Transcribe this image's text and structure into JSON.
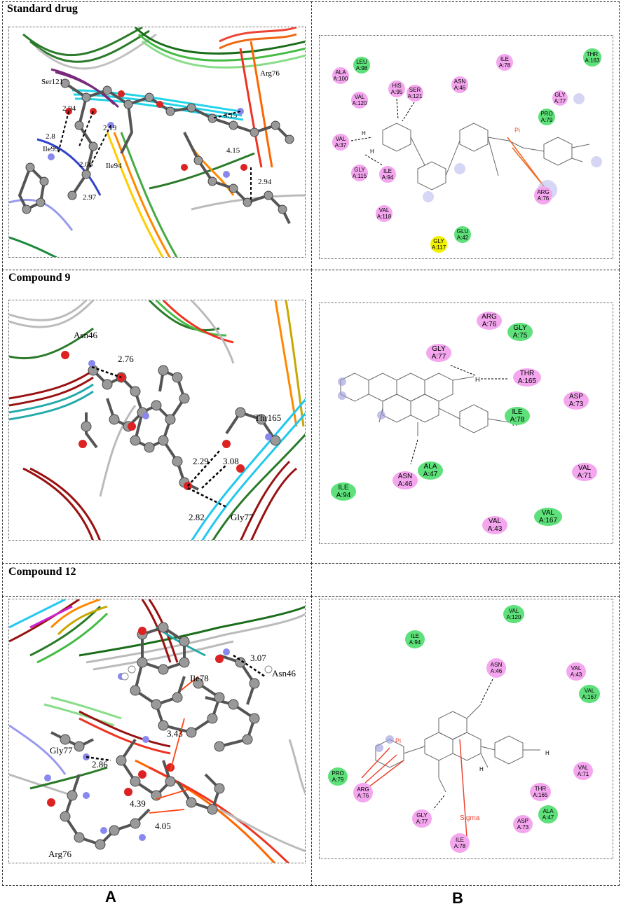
{
  "rows": [
    {
      "title": "Standard drug"
    },
    {
      "title": "Compound 9"
    },
    {
      "title": "Compound 12"
    }
  ],
  "columns": {
    "a": "A",
    "b": "B"
  },
  "std_3d_labels": [
    "Ser121",
    "Arg76",
    "2.94",
    "2.8",
    "2.19",
    "2.06",
    "2.97",
    "Ile99",
    "Ile94",
    "3.15",
    "4.15",
    "2.94"
  ],
  "std_2d_residues": [
    {
      "name": "ALA\nA:100",
      "color": "pink"
    },
    {
      "name": "LEU\nA:98",
      "color": "green"
    },
    {
      "name": "VAL\nA:120",
      "color": "pink"
    },
    {
      "name": "HIS\nA:95",
      "color": "pink"
    },
    {
      "name": "SER\nA:121",
      "color": "pink"
    },
    {
      "name": "ASN\nA:46",
      "color": "pink"
    },
    {
      "name": "ILE\nA:78",
      "color": "pink"
    },
    {
      "name": "THR\nA:163",
      "color": "green"
    },
    {
      "name": "GLY\nA:77",
      "color": "pink"
    },
    {
      "name": "PRO\nA:79",
      "color": "green"
    },
    {
      "name": "VAL\nA:37",
      "color": "pink"
    },
    {
      "name": "GLY\nA:115",
      "color": "pink"
    },
    {
      "name": "ILE\nA:94",
      "color": "pink"
    },
    {
      "name": "ARG\nA:76",
      "color": "pink"
    },
    {
      "name": "VAL\nA:118",
      "color": "pink"
    },
    {
      "name": "GLY\nA:117",
      "color": "yellow"
    },
    {
      "name": "GLU\nA:42",
      "color": "green"
    }
  ],
  "c9_3d_labels": [
    "Asn46",
    "2.76",
    "Thr165",
    "2.29",
    "3.08",
    "2.82",
    "Gly77"
  ],
  "c9_2d_residues": [
    {
      "name": "ARG\nA:76",
      "color": "pink"
    },
    {
      "name": "GLY\nA:75",
      "color": "green"
    },
    {
      "name": "GLY\nA:77",
      "color": "pink"
    },
    {
      "name": "THR\nA:165",
      "color": "pink"
    },
    {
      "name": "ASP\nA:73",
      "color": "pink"
    },
    {
      "name": "ILE\nA:78",
      "color": "green"
    },
    {
      "name": "ASN\nA:46",
      "color": "pink"
    },
    {
      "name": "ALA\nA:47",
      "color": "green"
    },
    {
      "name": "ILE\nA:94",
      "color": "green"
    },
    {
      "name": "VAL\nA:71",
      "color": "pink"
    },
    {
      "name": "VAL\nA:167",
      "color": "green"
    },
    {
      "name": "VAL\nA:43",
      "color": "pink"
    }
  ],
  "c12_3d_labels": [
    "3.07",
    "Asn46",
    "Ile78",
    "3.43",
    "Gly77",
    "2.86",
    "4.39",
    "4.05",
    "Arg76"
  ],
  "c12_2d_residues": [
    {
      "name": "VAL\nA:120",
      "color": "green"
    },
    {
      "name": "ILE\nA:94",
      "color": "green"
    },
    {
      "name": "ASN\nA:46",
      "color": "pink"
    },
    {
      "name": "VAL\nA:43",
      "color": "pink"
    },
    {
      "name": "VAL\nA:167",
      "color": "green"
    },
    {
      "name": "PRO\nA:79",
      "color": "green"
    },
    {
      "name": "ARG\nA:76",
      "color": "pink"
    },
    {
      "name": "VAL\nA:71",
      "color": "pink"
    },
    {
      "name": "THR\nA:165",
      "color": "pink"
    },
    {
      "name": "GLY\nA:77",
      "color": "pink"
    },
    {
      "name": "ALA\nA:47",
      "color": "green"
    },
    {
      "name": "ASP\nA:73",
      "color": "pink"
    },
    {
      "name": "ILE\nA:78",
      "color": "pink"
    }
  ],
  "c12_2d_texts": [
    "Pi",
    "Sigma",
    "H",
    "H"
  ],
  "std_2d_texts": [
    "Pi",
    "H",
    "H"
  ],
  "c9_2d_texts": [
    "H",
    "H"
  ]
}
